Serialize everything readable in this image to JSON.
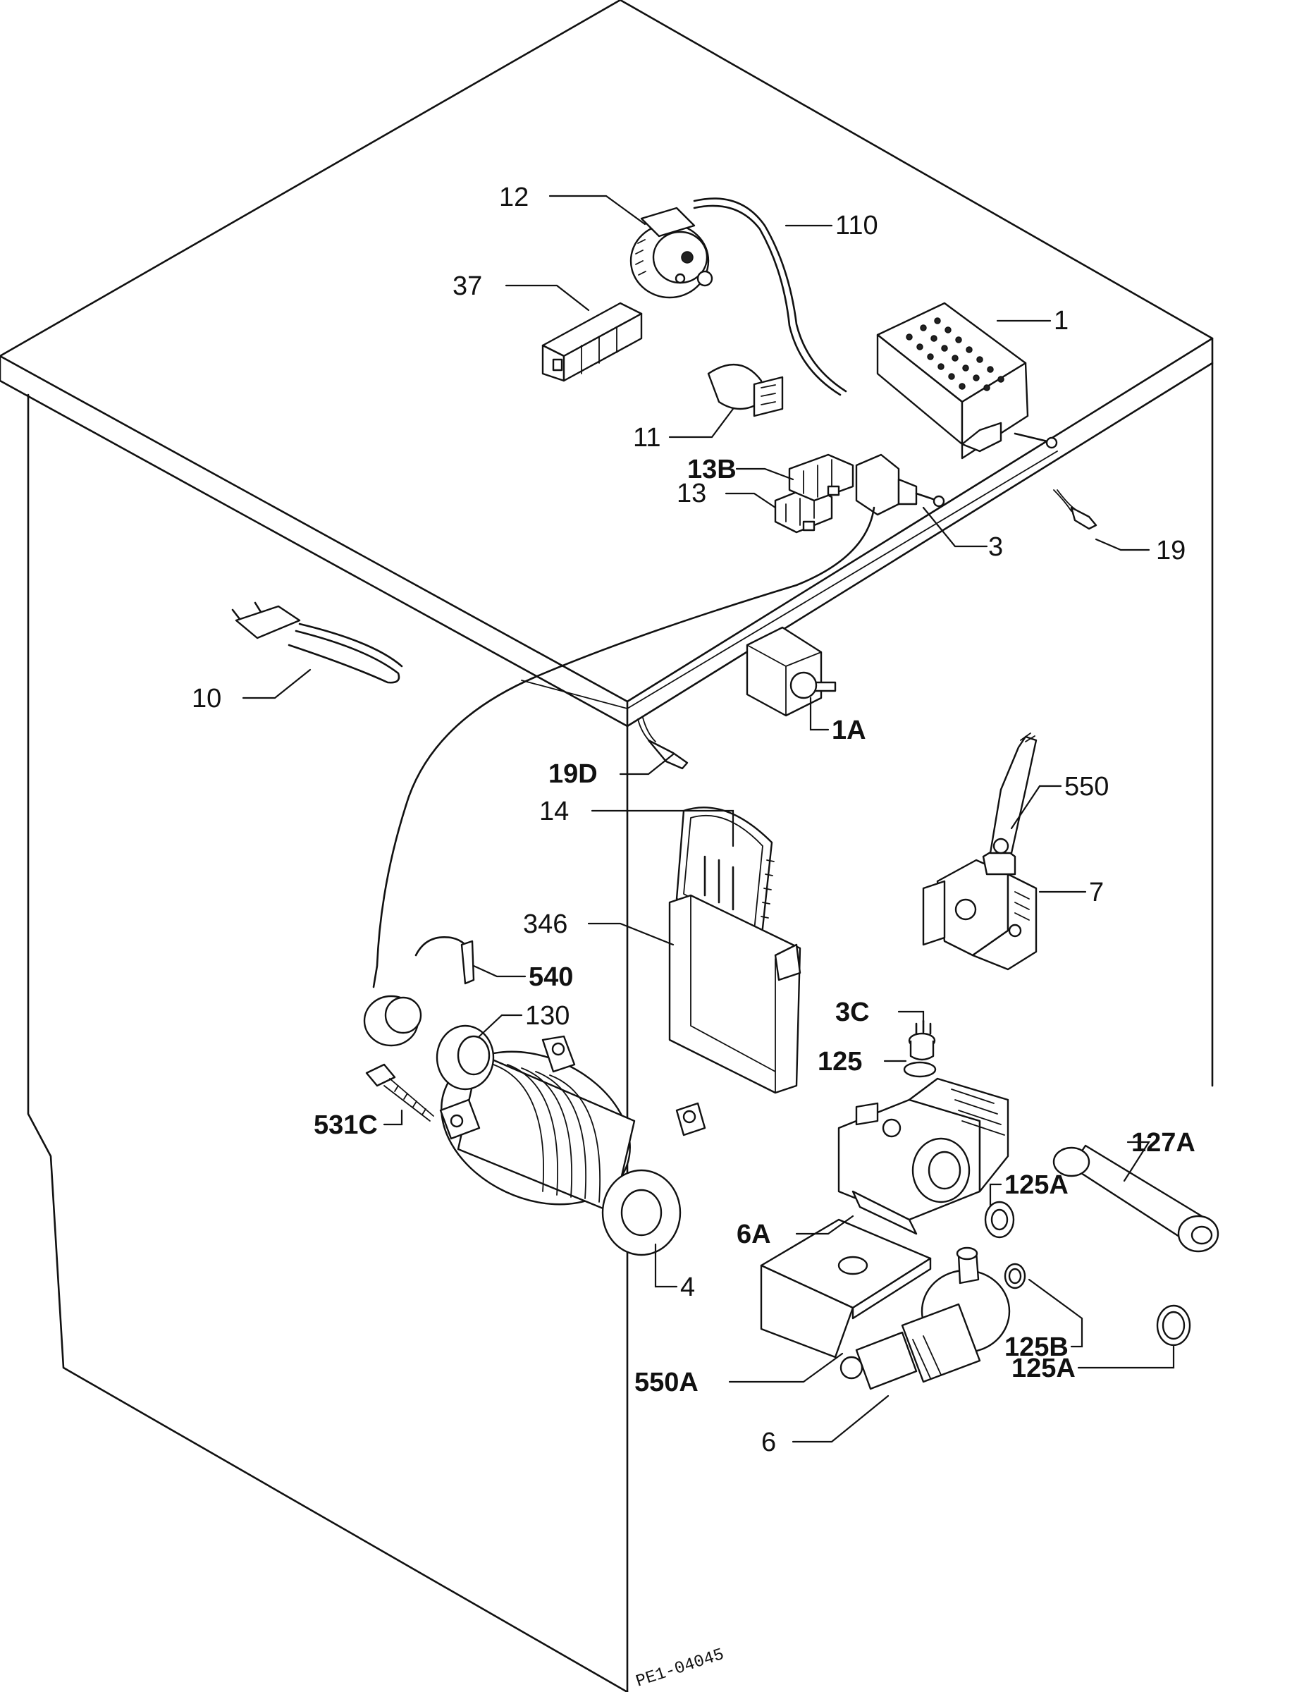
{
  "figure": {
    "reference_code": "PE1-04045"
  },
  "callouts": {
    "c1": "1",
    "c1a": "1A",
    "c3": "3",
    "c3c": "3C",
    "c4": "4",
    "c6": "6",
    "c6a": "6A",
    "c7": "7",
    "c10": "10",
    "c11": "11",
    "c12": "12",
    "c13": "13",
    "c13b": "13B",
    "c14": "14",
    "c19": "19",
    "c19d": "19D",
    "c37": "37",
    "c110": "110",
    "c125": "125",
    "c125a_upper": "125A",
    "c125a_lower": "125A",
    "c125b": "125B",
    "c127a": "127A",
    "c130": "130",
    "c346": "346",
    "c531c": "531C",
    "c540": "540",
    "c550": "550",
    "c550a": "550A"
  }
}
